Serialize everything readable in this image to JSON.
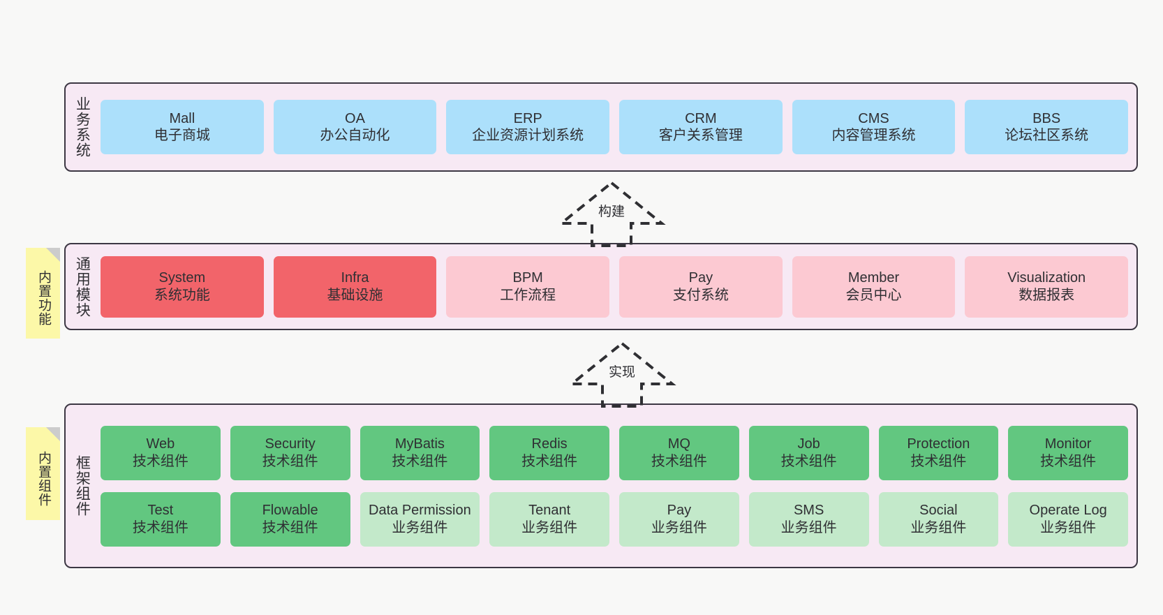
{
  "diagram": {
    "background": "#f8f8f7",
    "panel_background": "#f7e9f4",
    "panel_border": "#3c3743"
  },
  "business_layer": {
    "title": "业务系统",
    "card_color": "#ace0fb",
    "cards": [
      {
        "name": "Mall",
        "desc": "电子商城"
      },
      {
        "name": "OA",
        "desc": "办公自动化"
      },
      {
        "name": "ERP",
        "desc": "企业资源计划系统"
      },
      {
        "name": "CRM",
        "desc": "客户关系管理"
      },
      {
        "name": "CMS",
        "desc": "内容管理系统"
      },
      {
        "name": "BBS",
        "desc": "论坛社区系统"
      }
    ]
  },
  "arrow_build": {
    "label": "构建",
    "style": "dashed-hollow-triangle-up"
  },
  "module_layer": {
    "title": "通用模块",
    "note": "内置功能",
    "note_color": "#fcf8a8",
    "strong_color": "#f2646a",
    "soft_color": "#fcc9d2",
    "cards": [
      {
        "name": "System",
        "desc": "系统功能",
        "emphasis": "strong"
      },
      {
        "name": "Infra",
        "desc": "基础设施",
        "emphasis": "strong"
      },
      {
        "name": "BPM",
        "desc": "工作流程",
        "emphasis": "soft"
      },
      {
        "name": "Pay",
        "desc": "支付系统",
        "emphasis": "soft"
      },
      {
        "name": "Member",
        "desc": "会员中心",
        "emphasis": "soft"
      },
      {
        "name": "Visualization",
        "desc": "数据报表",
        "emphasis": "soft"
      }
    ]
  },
  "arrow_implement": {
    "label": "实现",
    "style": "dashed-hollow-triangle-up"
  },
  "framework_layer": {
    "title": "框架组件",
    "note": "内置组件",
    "note_color": "#fcf8a8",
    "tech_color": "#62c780",
    "biz_color": "#c3e9ca",
    "row1": [
      {
        "name": "Web",
        "desc": "技术组件"
      },
      {
        "name": "Security",
        "desc": "技术组件"
      },
      {
        "name": "MyBatis",
        "desc": "技术组件"
      },
      {
        "name": "Redis",
        "desc": "技术组件"
      },
      {
        "name": "MQ",
        "desc": "技术组件"
      },
      {
        "name": "Job",
        "desc": "技术组件"
      },
      {
        "name": "Protection",
        "desc": "技术组件"
      },
      {
        "name": "Monitor",
        "desc": "技术组件"
      }
    ],
    "row2": [
      {
        "name": "Test",
        "desc": "技术组件",
        "kind": "tech"
      },
      {
        "name": "Flowable",
        "desc": "技术组件",
        "kind": "tech"
      },
      {
        "name": "Data Permission",
        "desc": "业务组件",
        "kind": "biz"
      },
      {
        "name": "Tenant",
        "desc": "业务组件",
        "kind": "biz"
      },
      {
        "name": "Pay",
        "desc": "业务组件",
        "kind": "biz"
      },
      {
        "name": "SMS",
        "desc": "业务组件",
        "kind": "biz"
      },
      {
        "name": "Social",
        "desc": "业务组件",
        "kind": "biz"
      },
      {
        "name": "Operate Log",
        "desc": "业务组件",
        "kind": "biz"
      }
    ]
  }
}
